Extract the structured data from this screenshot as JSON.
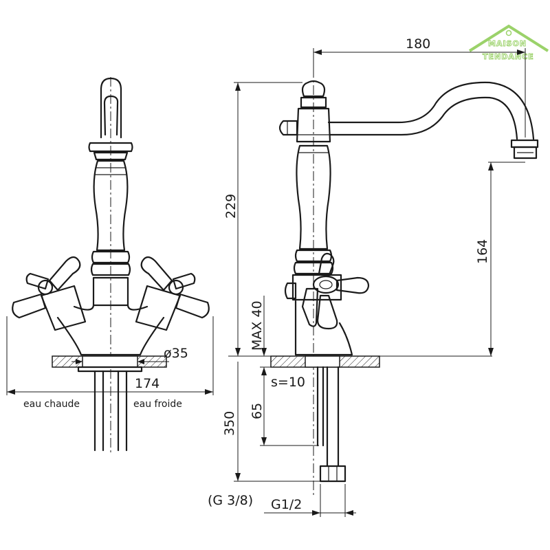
{
  "brand": {
    "logo_line1": "MAISON",
    "logo_line2": "TENDANCE",
    "accent_color": "#9bd26a"
  },
  "front_view": {
    "labels": {
      "hot": "eau chaude",
      "cold": "eau froide"
    },
    "dimensions": {
      "hole_diameter": "ø35",
      "width": "174"
    }
  },
  "side_view": {
    "dimensions": {
      "spout_reach": "180",
      "total_height": "229",
      "spout_height": "164",
      "max_deck": "MAX 40",
      "shank_length": "65",
      "hose_length": "350",
      "wall_thickness": "s=10",
      "connection": "G1/2",
      "hose_connection": "(G 3/8)"
    }
  }
}
